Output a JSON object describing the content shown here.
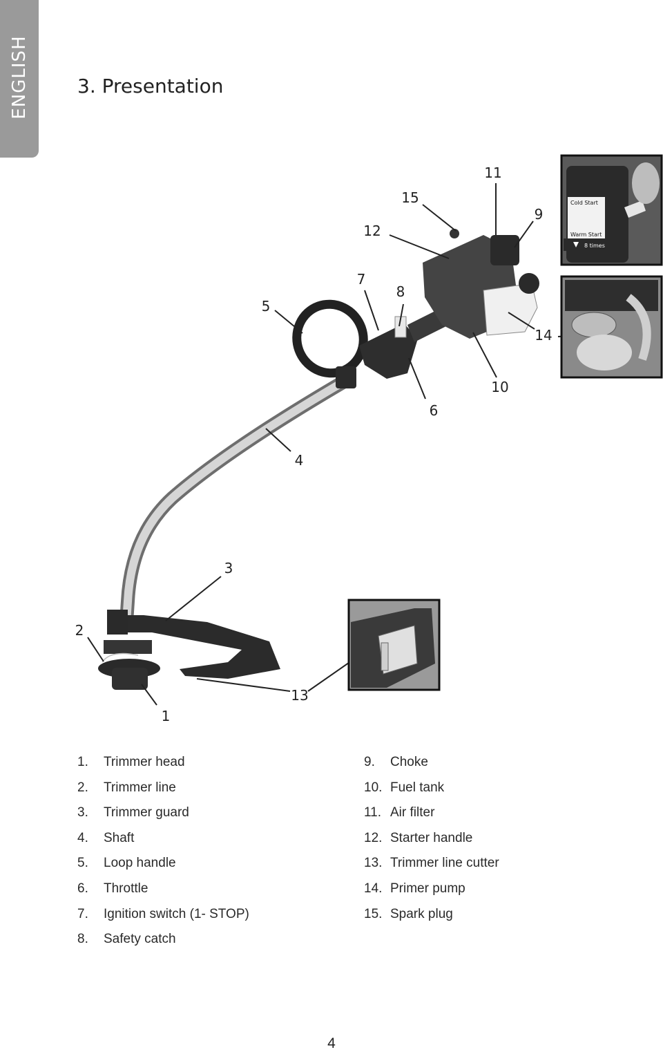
{
  "side_tab": {
    "label": "ENGLISH"
  },
  "heading": {
    "title": "3. Presentation"
  },
  "figure": {
    "callouts": [
      "1",
      "2",
      "3",
      "4",
      "5",
      "6",
      "7",
      "8",
      "9",
      "10",
      "11",
      "12",
      "13",
      "14",
      "15"
    ],
    "inset_choke": {
      "cold_label": "Cold Start",
      "warm_label": "Warm Start",
      "press_label": "8 times"
    }
  },
  "legend": {
    "left": [
      {
        "num": "1.",
        "label": "Trimmer head"
      },
      {
        "num": "2.",
        "label": "Trimmer line"
      },
      {
        "num": "3.",
        "label": "Trimmer guard"
      },
      {
        "num": "4.",
        "label": "Shaft"
      },
      {
        "num": "5.",
        "label": "Loop handle"
      },
      {
        "num": "6.",
        "label": "Throttle"
      },
      {
        "num": "7.",
        "label": "Ignition switch (1- STOP)"
      },
      {
        "num": "8.",
        "label": "Safety catch"
      }
    ],
    "right": [
      {
        "num": "9.",
        "label": "Choke"
      },
      {
        "num": "10.",
        "label": "Fuel tank"
      },
      {
        "num": "11.",
        "label": "Air filter"
      },
      {
        "num": "12.",
        "label": "Starter handle"
      },
      {
        "num": "13.",
        "label": "Trimmer line cutter"
      },
      {
        "num": "14.",
        "label": "Primer pump"
      },
      {
        "num": "15.",
        "label": "Spark plug"
      }
    ]
  },
  "footer": {
    "page_number": "4"
  }
}
